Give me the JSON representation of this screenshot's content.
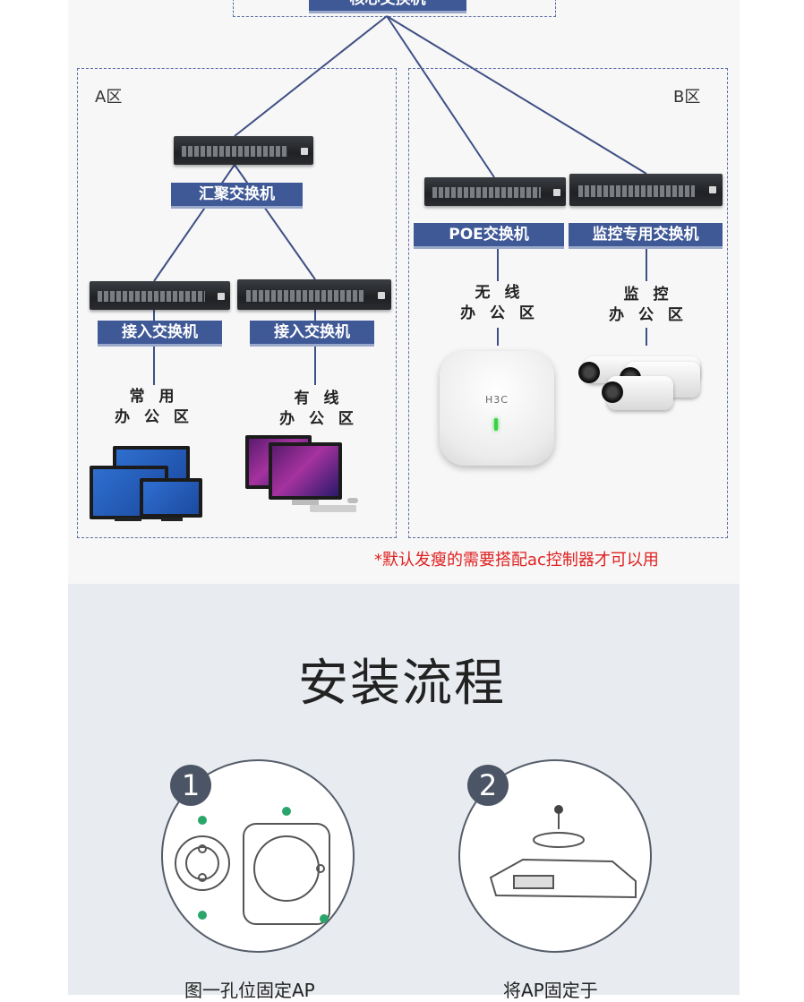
{
  "core_switch_label": "核心交换机",
  "zone_a": {
    "label": "A区"
  },
  "zone_b": {
    "label": "B区"
  },
  "tags": {
    "aggregation": "汇聚交换机",
    "access_1": "接入交换机",
    "access_2": "接入交换机",
    "poe": "POE交换机",
    "monitor": "监控专用交换机"
  },
  "areas": {
    "normal_office": [
      "常 用",
      "办 公 区"
    ],
    "wired_office": [
      "有 线",
      "办 公 区"
    ],
    "wireless_office": [
      "无 线",
      "办 公 区"
    ],
    "monitoring": [
      "监 控",
      "办 公 区"
    ]
  },
  "ap_brand": "H3C",
  "note": "*默认发瘦的需要搭配ac控制器才可以用",
  "section_title": "安装流程",
  "steps": [
    {
      "number": "1",
      "caption": "图一孔位固定AP"
    },
    {
      "number": "2",
      "caption": "将AP固定于"
    }
  ],
  "colors": {
    "tag_bg": "#3f5896",
    "line": "#3f4f84",
    "note": "#e02020"
  }
}
